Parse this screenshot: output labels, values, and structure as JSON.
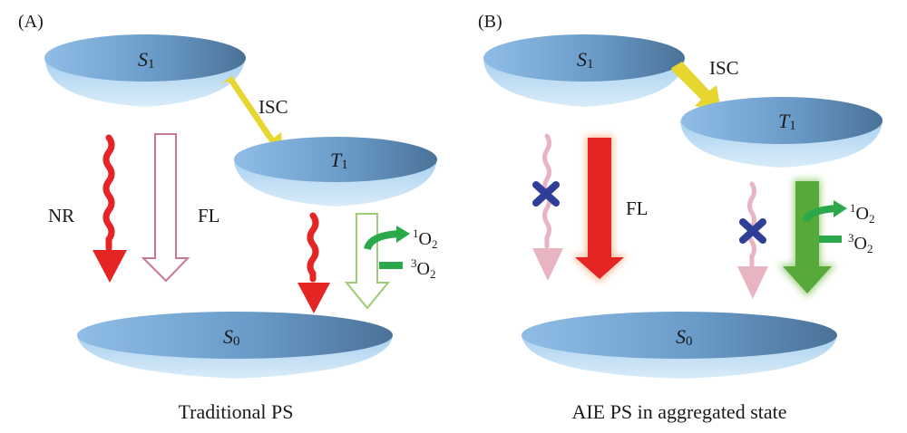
{
  "colors": {
    "dish_light": "#8fbde6",
    "dish_dark": "#4a7298",
    "dish_rim": "#cfe6f7",
    "isc": "#e8d630",
    "nr_red": "#e52424",
    "fl_outline_pink": "#c9798e",
    "pale_pink": "#e8b4c2",
    "green_outline": "#9ccc78",
    "green": "#2aa84a",
    "green_glow": "#57aa3a",
    "cross_blue": "#2f3f98"
  },
  "panels": [
    {
      "id": "A",
      "label": "(A)",
      "caption": "Traditional PS",
      "levels": {
        "s1": {
          "symbol": "S",
          "sub": "1"
        },
        "t1": {
          "symbol": "T",
          "sub": "1"
        },
        "s0": {
          "symbol": "S",
          "sub": "0"
        }
      },
      "isc_label": "ISC",
      "nr_label": "NR",
      "fl_label": "FL",
      "o2_singlet": {
        "sup": "1",
        "base": "O",
        "sub": "2"
      },
      "o2_triplet": {
        "sup": "3",
        "base": "O",
        "sub": "2"
      }
    },
    {
      "id": "B",
      "label": "(B)",
      "caption": "AIE PS in aggregated state",
      "levels": {
        "s1": {
          "symbol": "S",
          "sub": "1"
        },
        "t1": {
          "symbol": "T",
          "sub": "1"
        },
        "s0": {
          "symbol": "S",
          "sub": "0"
        }
      },
      "isc_label": "ISC",
      "fl_label": "FL",
      "o2_singlet": {
        "sup": "1",
        "base": "O",
        "sub": "2"
      },
      "o2_triplet": {
        "sup": "3",
        "base": "O",
        "sub": "2"
      }
    }
  ]
}
